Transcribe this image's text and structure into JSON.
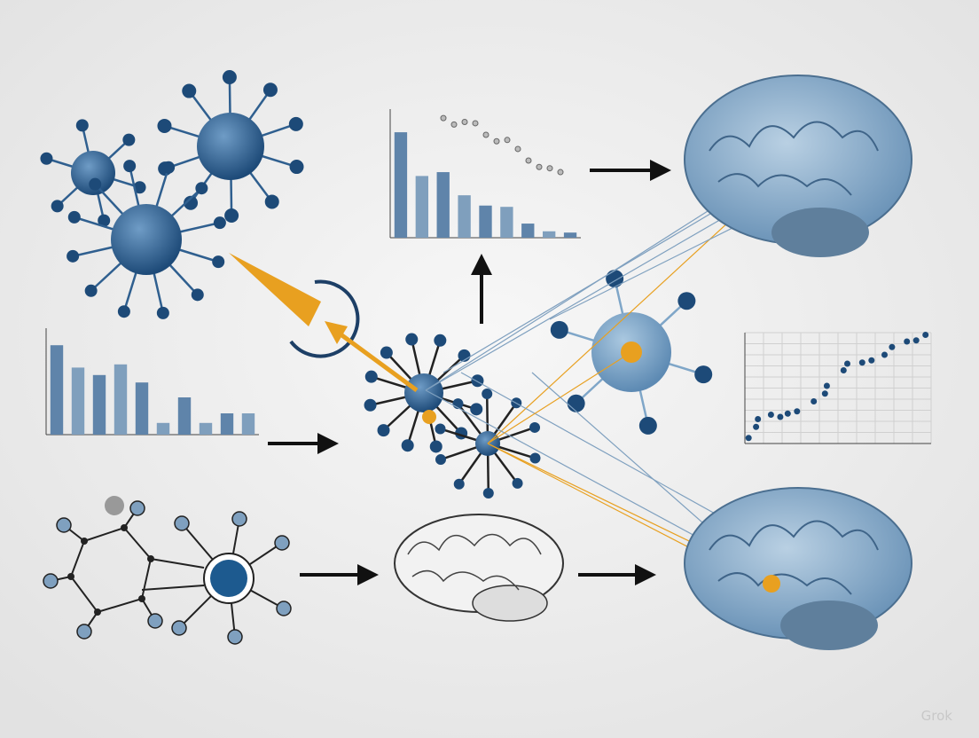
{
  "watermark": "Grok",
  "colors": {
    "cell_blue": "#2f5f8f",
    "cell_dark": "#1d3f66",
    "bar_blue": "#6d8fb0",
    "accent_orange": "#e8a020",
    "arrow": "#111111",
    "brain_blue": "#8fb0cc",
    "background": "#ececec"
  },
  "chart_data": [
    {
      "type": "bar",
      "name_position": "top-center",
      "values_fraction_of_axis": [
        0.82,
        0.48,
        0.51,
        0.33,
        0.25,
        0.24,
        0.11,
        0.05,
        0.04
      ],
      "overlay_dots_fraction": [
        0.93,
        0.88,
        0.9,
        0.89,
        0.8,
        0.75,
        0.76,
        0.69,
        0.6,
        0.55,
        0.54,
        0.51
      ],
      "grid": false
    },
    {
      "type": "bar",
      "name_position": "left",
      "values_fraction_of_axis": [
        0.84,
        0.63,
        0.56,
        0.66,
        0.49,
        0.11,
        0.35,
        0.11,
        0.2,
        0.2
      ],
      "grid": false
    },
    {
      "type": "scatter",
      "name_position": "right",
      "points_fraction": [
        [
          0.02,
          0.05
        ],
        [
          0.06,
          0.15
        ],
        [
          0.07,
          0.22
        ],
        [
          0.14,
          0.26
        ],
        [
          0.19,
          0.24
        ],
        [
          0.23,
          0.27
        ],
        [
          0.28,
          0.29
        ],
        [
          0.37,
          0.38
        ],
        [
          0.43,
          0.45
        ],
        [
          0.44,
          0.52
        ],
        [
          0.53,
          0.66
        ],
        [
          0.55,
          0.72
        ],
        [
          0.63,
          0.73
        ],
        [
          0.68,
          0.75
        ],
        [
          0.75,
          0.8
        ],
        [
          0.79,
          0.87
        ],
        [
          0.87,
          0.92
        ],
        [
          0.92,
          0.93
        ],
        [
          0.97,
          0.98
        ]
      ],
      "grid": true
    }
  ]
}
